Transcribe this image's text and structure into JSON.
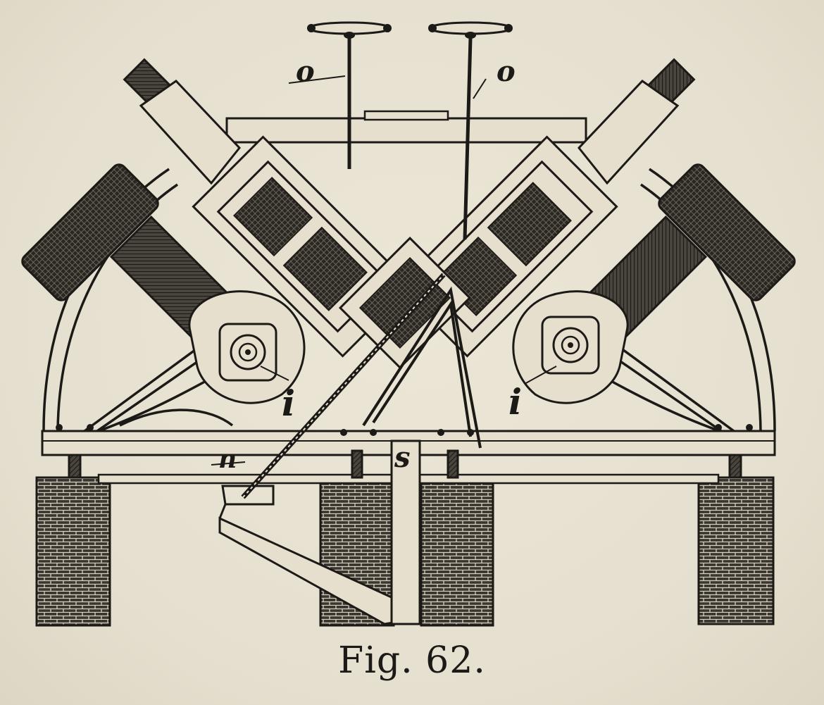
{
  "figure": {
    "caption": "Fig. 62.",
    "labels": {
      "o_left": "o",
      "o_right": "o",
      "i_left": "i",
      "i_right": "i",
      "n": "n",
      "s": "s"
    }
  },
  "colors": {
    "ink": "#1c1a17",
    "paper": "#e8e2d2"
  }
}
